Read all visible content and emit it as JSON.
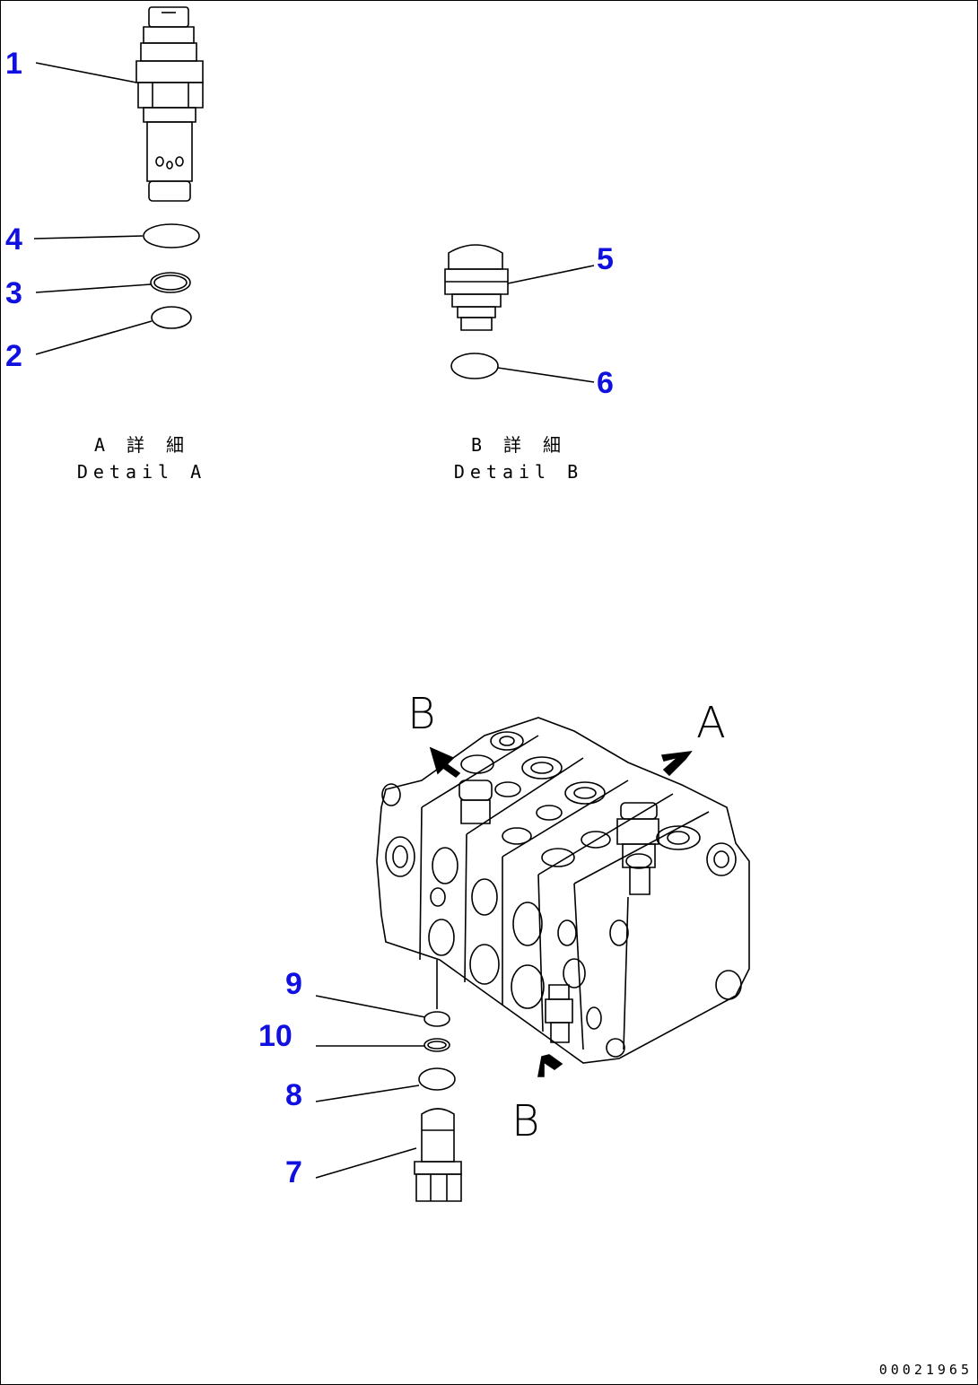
{
  "callouts": {
    "c1": "1",
    "c2": "2",
    "c3": "3",
    "c4": "4",
    "c5": "5",
    "c6": "6",
    "c7": "7",
    "c8": "8",
    "c9": "9",
    "c10": "10"
  },
  "details": {
    "a_jp": "A 詳 細",
    "a_en": "Detail A",
    "b_jp": "B 詳 細",
    "b_en": "Detail B"
  },
  "view_arrows": {
    "b_top": "B",
    "a": "A",
    "b_bottom": "B"
  },
  "drawing_number": "00021965",
  "colors": {
    "callout": "#1010e0",
    "line": "#000000",
    "background": "#ffffff"
  }
}
